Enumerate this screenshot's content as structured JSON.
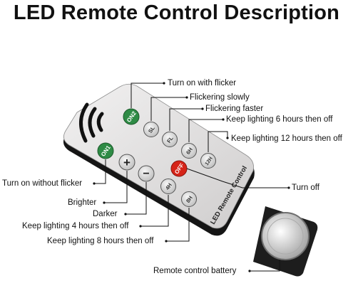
{
  "title": "LED Remote Control Description",
  "remote": {
    "brand_text": "LED Remote Control",
    "buttons": {
      "on2": "ON2",
      "on1": "ON1",
      "off": "OFF",
      "sl": "SL",
      "fl": "FL",
      "h6": "6H",
      "h12": "12H",
      "h4": "4H",
      "h8": "8H",
      "plus": "+",
      "minus": "−"
    }
  },
  "labels": {
    "turn_on_flicker": "Turn on with flicker",
    "flicker_slow": "Flickering slowly",
    "flicker_fast": "Flickering faster",
    "keep_6h": "Keep lighting 6 hours then off",
    "keep_12h": "Keep lighting 12 hours then off",
    "turn_on_no_flicker": "Turn on without flicker",
    "turn_off": "Turn off",
    "brighter": "Brighter",
    "darker": "Darker",
    "keep_4h": "Keep lighting 4 hours then off",
    "keep_8h": "Keep lighting 8 hours then off",
    "battery": "Remote control battery"
  },
  "colors": {
    "remote_body": "#e4e2e2",
    "remote_edge": "#1a1a1a",
    "on_button": "#2e8b45",
    "off_button": "#d62418",
    "gray_button": "#d9d9d9"
  }
}
